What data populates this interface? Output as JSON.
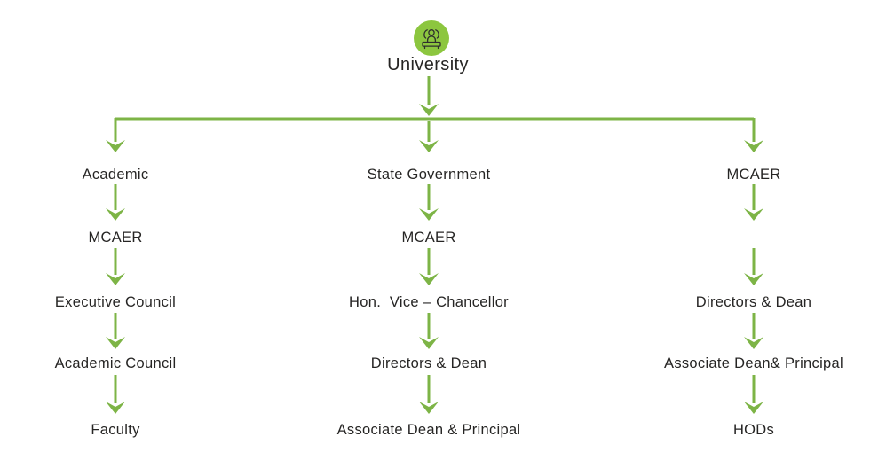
{
  "diagram": {
    "root": {
      "label": "University",
      "icon": "lecturer-at-desk-icon"
    },
    "columns": [
      {
        "name": "left-branch",
        "rows": [
          "Academic",
          "MCAER",
          "Executive Council",
          "Academic Council",
          "Faculty"
        ]
      },
      {
        "name": "middle-branch",
        "rows": [
          "State Government",
          "MCAER",
          "Hon.  Vice – Chancellor",
          "Directors & Dean",
          "Associate Dean & Principal"
        ]
      },
      {
        "name": "right-branch",
        "rows": [
          "MCAER",
          "Directors & Dean",
          "Associate Dean& Principal",
          "HODs"
        ]
      }
    ]
  },
  "colors": {
    "line_green": "#7db446",
    "icon_circle_green": "#8cc63f",
    "icon_stroke": "#2e2e2e",
    "text": "#262524",
    "background": "#ffffff"
  }
}
